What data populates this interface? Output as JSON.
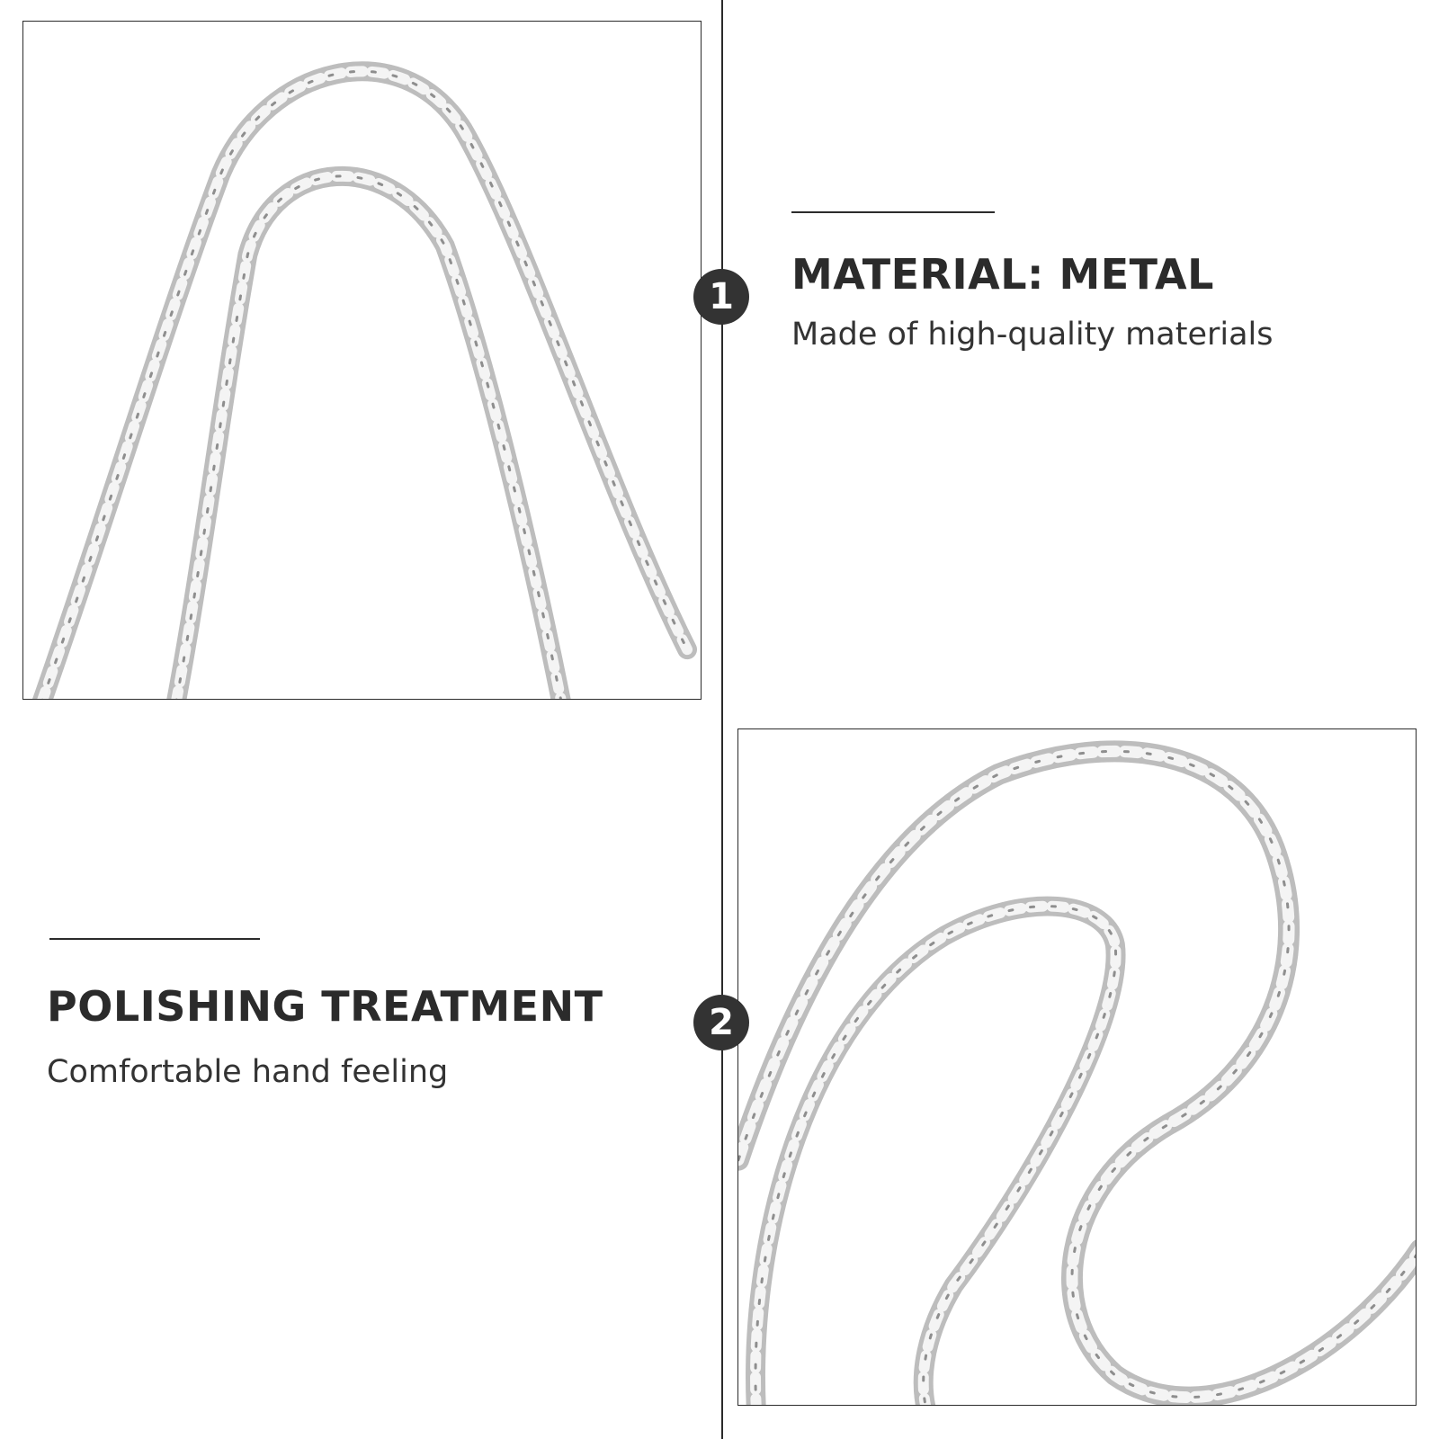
{
  "features": [
    {
      "number": "1",
      "title": "MATERIAL: METAL",
      "subtitle": "Made of high-quality materials"
    },
    {
      "number": "2",
      "title": "POLISHING TREATMENT",
      "subtitle": "Comfortable hand feeling"
    }
  ],
  "images": [
    {
      "alt": "silver curb chain necklace, two loops arched"
    },
    {
      "alt": "silver curb chain necklace, S-curved loops"
    }
  ],
  "colors": {
    "text": "#2b2b2b",
    "badge": "#333333",
    "chain": "#c9c9c9",
    "background": "#ffffff"
  }
}
